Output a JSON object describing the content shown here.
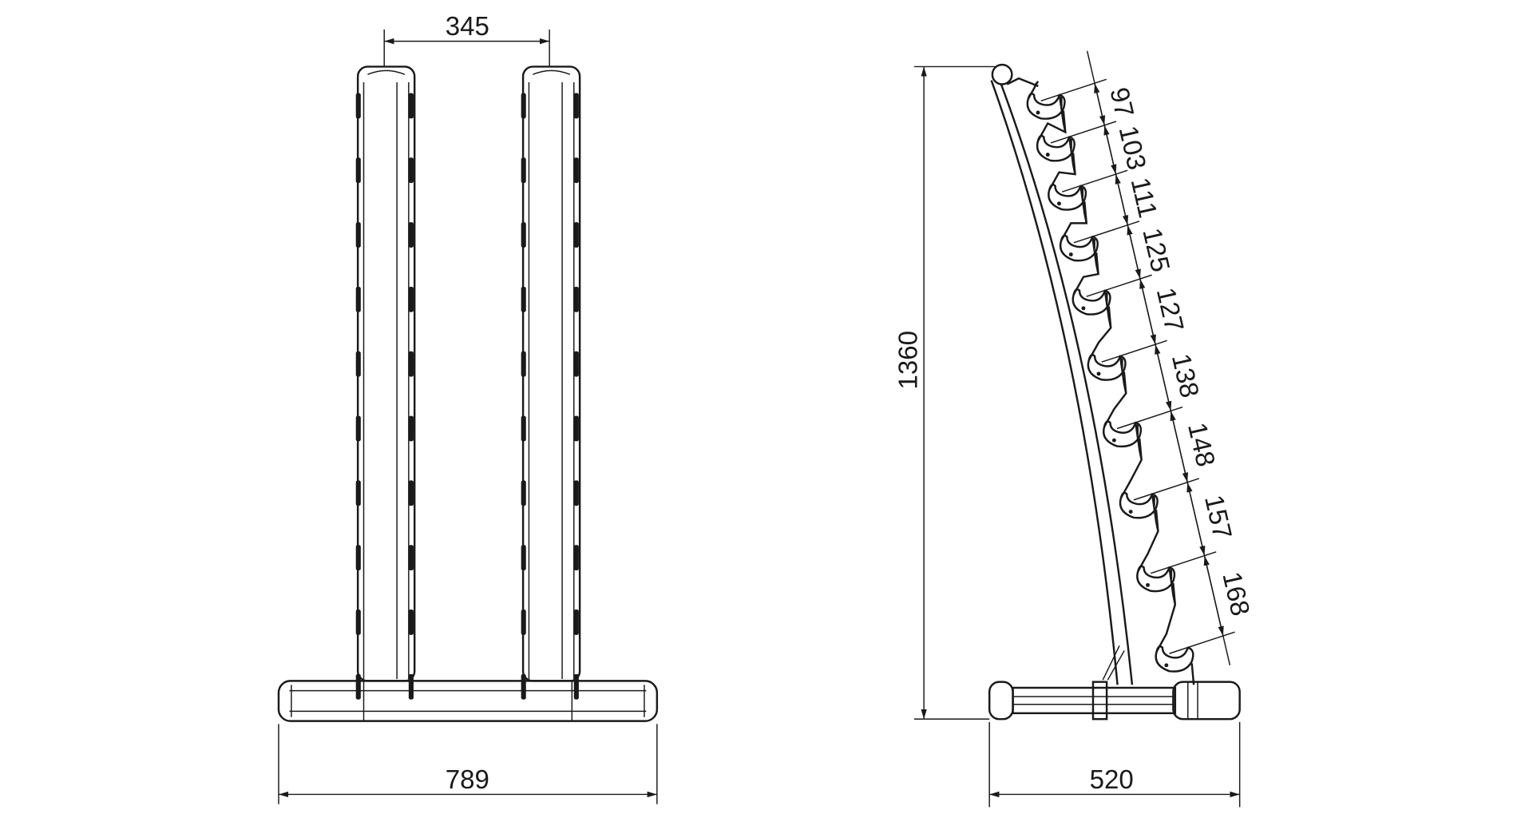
{
  "front_view": {
    "post_spacing": "345",
    "base_width": "789"
  },
  "side_view": {
    "height": "1360",
    "depth": "520",
    "hook_spacings": [
      "97",
      "103",
      "111",
      "125",
      "127",
      "138",
      "148",
      "157",
      "168"
    ]
  },
  "colors": {
    "line": "#1a1a1a",
    "background": "#ffffff"
  }
}
